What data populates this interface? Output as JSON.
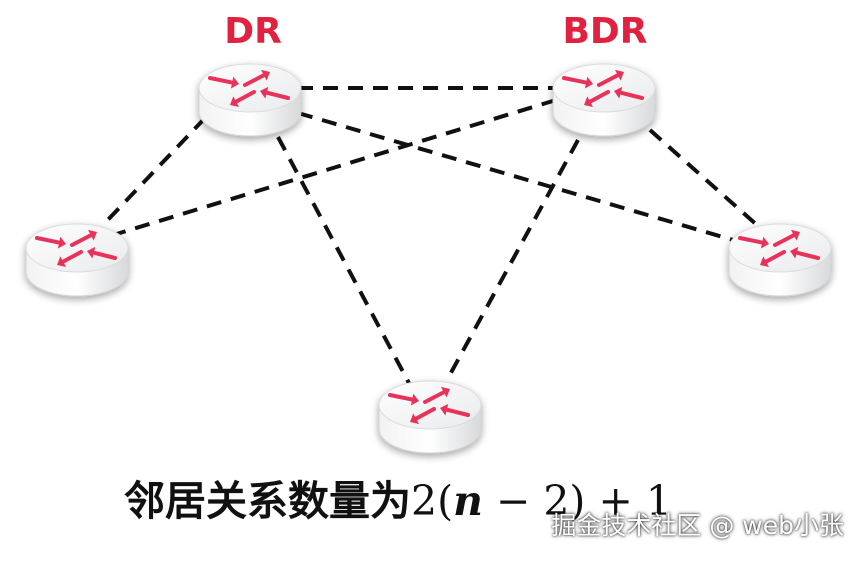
{
  "diagram": {
    "nodes": [
      {
        "id": "dr",
        "label": "DR"
      },
      {
        "id": "bdr",
        "label": "BDR"
      },
      {
        "id": "router-left",
        "label": ""
      },
      {
        "id": "router-right",
        "label": ""
      },
      {
        "id": "router-bottom",
        "label": ""
      }
    ],
    "edges": [
      {
        "from": "dr",
        "to": "bdr",
        "style": "dashed"
      },
      {
        "from": "dr",
        "to": "router-left",
        "style": "dashed"
      },
      {
        "from": "dr",
        "to": "router-right",
        "style": "dashed"
      },
      {
        "from": "dr",
        "to": "router-bottom",
        "style": "dashed"
      },
      {
        "from": "bdr",
        "to": "router-left",
        "style": "dashed"
      },
      {
        "from": "bdr",
        "to": "router-right",
        "style": "dashed"
      },
      {
        "from": "bdr",
        "to": "router-bottom",
        "style": "dashed"
      }
    ],
    "colors": {
      "label": "#e0213f",
      "arrow": "#e8315a",
      "line": "#111111"
    },
    "icon": "router-icon"
  },
  "caption": {
    "text": "邻居关系数量为",
    "formula_number": "2",
    "formula_open": "(",
    "formula_var": "n",
    "formula_minus": " − 2",
    "formula_close": ")",
    "formula_tail": " + 1"
  },
  "watermark": "掘金技术社区 @ web小张"
}
